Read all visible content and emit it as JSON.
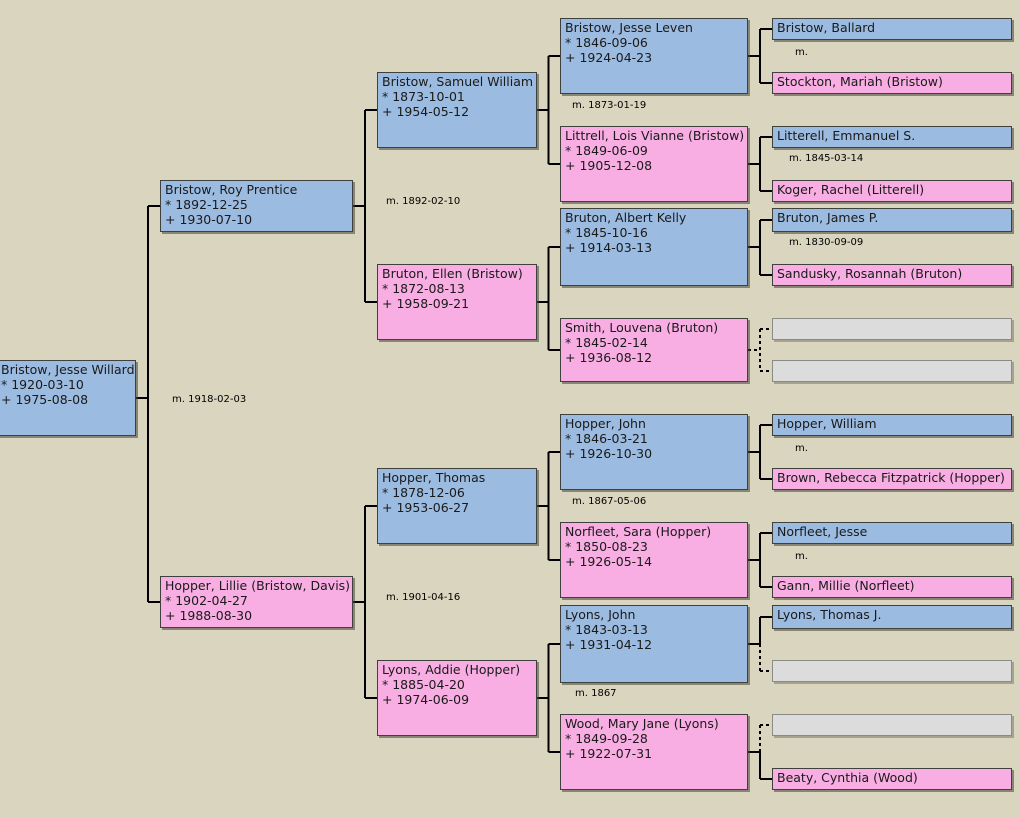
{
  "people": [
    {
      "id": "p1",
      "name": "Bristow, Jesse Willard",
      "birth": "* 1920-03-10",
      "death": "+ 1975-08-08",
      "sex": "male"
    },
    {
      "id": "p2",
      "name": "Bristow, Roy Prentice",
      "birth": "* 1892-12-25",
      "death": "+ 1930-07-10",
      "sex": "male"
    },
    {
      "id": "p3",
      "name": "Hopper, Lillie (Bristow, Davis)",
      "birth": "* 1902-04-27",
      "death": "+ 1988-08-30",
      "sex": "female"
    },
    {
      "id": "p4",
      "name": "Bristow, Samuel William",
      "birth": "* 1873-10-01",
      "death": "+ 1954-05-12",
      "sex": "male"
    },
    {
      "id": "p5",
      "name": "Bruton, Ellen (Bristow)",
      "birth": "* 1872-08-13",
      "death": "+ 1958-09-21",
      "sex": "female"
    },
    {
      "id": "p6",
      "name": "Hopper, Thomas",
      "birth": "* 1878-12-06",
      "death": "+ 1953-06-27",
      "sex": "male"
    },
    {
      "id": "p7",
      "name": "Lyons, Addie (Hopper)",
      "birth": "* 1885-04-20",
      "death": "+ 1974-06-09",
      "sex": "female"
    },
    {
      "id": "p8",
      "name": "Bristow, Jesse Leven",
      "birth": "* 1846-09-06",
      "death": "+ 1924-04-23",
      "sex": "male"
    },
    {
      "id": "p9",
      "name": "Littrell, Lois Vianne (Bristow)",
      "birth": "* 1849-06-09",
      "death": "+ 1905-12-08",
      "sex": "female"
    },
    {
      "id": "p10",
      "name": "Bruton, Albert Kelly",
      "birth": "* 1845-10-16",
      "death": "+ 1914-03-13",
      "sex": "male"
    },
    {
      "id": "p11",
      "name": "Smith, Louvena (Bruton)",
      "birth": "* 1845-02-14",
      "death": "+ 1936-08-12",
      "sex": "female"
    },
    {
      "id": "p12",
      "name": "Hopper, John",
      "birth": "* 1846-03-21",
      "death": "+ 1926-10-30",
      "sex": "male"
    },
    {
      "id": "p13",
      "name": "Norfleet, Sara (Hopper)",
      "birth": "* 1850-08-23",
      "death": "+ 1926-05-14",
      "sex": "female"
    },
    {
      "id": "p14",
      "name": "Lyons, John",
      "birth": "* 1843-03-13",
      "death": "+ 1931-04-12",
      "sex": "male"
    },
    {
      "id": "p15",
      "name": "Wood, Mary Jane (Lyons)",
      "birth": "* 1849-09-28",
      "death": "+ 1922-07-31",
      "sex": "female"
    },
    {
      "id": "p16",
      "name": "Bristow, Ballard",
      "sex": "male"
    },
    {
      "id": "p17",
      "name": "Stockton, Mariah (Bristow)",
      "sex": "female"
    },
    {
      "id": "p18",
      "name": "Litterell, Emmanuel S.",
      "sex": "male"
    },
    {
      "id": "p19",
      "name": "Koger, Rachel (Litterell)",
      "sex": "female"
    },
    {
      "id": "p20",
      "name": "Bruton, James P.",
      "sex": "male"
    },
    {
      "id": "p21",
      "name": "Sandusky, Rosannah (Bruton)",
      "sex": "female"
    },
    {
      "id": "p22",
      "name": "",
      "sex": "empty"
    },
    {
      "id": "p23",
      "name": "",
      "sex": "empty"
    },
    {
      "id": "p24",
      "name": "Hopper, William",
      "sex": "male"
    },
    {
      "id": "p25",
      "name": "Brown, Rebecca Fitzpatrick (Hopper)",
      "sex": "female"
    },
    {
      "id": "p26",
      "name": "Norfleet, Jesse",
      "sex": "male"
    },
    {
      "id": "p27",
      "name": "Gann, Millie (Norfleet)",
      "sex": "female"
    },
    {
      "id": "p28",
      "name": "Lyons, Thomas J.",
      "sex": "male"
    },
    {
      "id": "p29",
      "name": "",
      "sex": "empty"
    },
    {
      "id": "p30",
      "name": "",
      "sex": "empty"
    },
    {
      "id": "p31",
      "name": "Beaty, Cynthia (Wood)",
      "sex": "female"
    }
  ],
  "marriages": [
    {
      "id": "m1",
      "text": "m. 1918-02-03"
    },
    {
      "id": "m2",
      "text": "m. 1892-02-10"
    },
    {
      "id": "m3",
      "text": "m. 1901-04-16"
    },
    {
      "id": "m4",
      "text": "m. 1873-01-19"
    },
    {
      "id": "m5",
      "text": "m. 1867-05-06"
    },
    {
      "id": "m6",
      "text": "m. 1867"
    },
    {
      "id": "m7",
      "text": "m."
    },
    {
      "id": "m8",
      "text": "m. 1845-03-14"
    },
    {
      "id": "m9",
      "text": "m. 1830-09-09"
    },
    {
      "id": "m10",
      "text": "m."
    },
    {
      "id": "m11",
      "text": "m."
    },
    {
      "id": "m12",
      "text": "m."
    },
    {
      "id": "m13",
      "text": "m."
    },
    {
      "id": "m14",
      "text": "m."
    },
    {
      "id": "m15",
      "text": "m."
    }
  ],
  "colors": {
    "background": "#d9d5bf",
    "male": "#9cbbe0",
    "female": "#f8aee2",
    "unknown": "#dcdcdc",
    "line": "#000000"
  }
}
